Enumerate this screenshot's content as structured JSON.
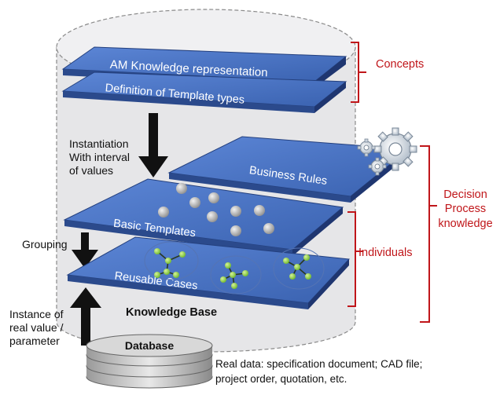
{
  "layers": {
    "am_knowledge": "AM Knowledge representation",
    "template_types": "Definition of Template types",
    "business_rules": "Business Rules",
    "basic_templates": "Basic Templates",
    "reusable_cases": "Reusable Cases"
  },
  "container_title": "Knowledge Base",
  "database_label": "Database",
  "arrows": {
    "instantiation": [
      "Instantiation",
      "With interval",
      "of values"
    ],
    "grouping": "Grouping",
    "instance": [
      "Instance of",
      "real value /",
      "parameter"
    ]
  },
  "brackets": {
    "concepts": "Concepts",
    "individuals": "Individuals",
    "decision": [
      "Decision",
      "Process",
      "knowledge"
    ]
  },
  "real_data": [
    "Real data: specification document; CAD file;",
    "project order, quotation, etc."
  ],
  "colors": {
    "layer_top": "#4a74c4",
    "layer_edge": "#24407e",
    "bracket": "#c0161a",
    "cylinder_fill": "#e6e6e8"
  },
  "icons": [
    "gear-icon",
    "molecule-icon",
    "sphere-icon"
  ]
}
